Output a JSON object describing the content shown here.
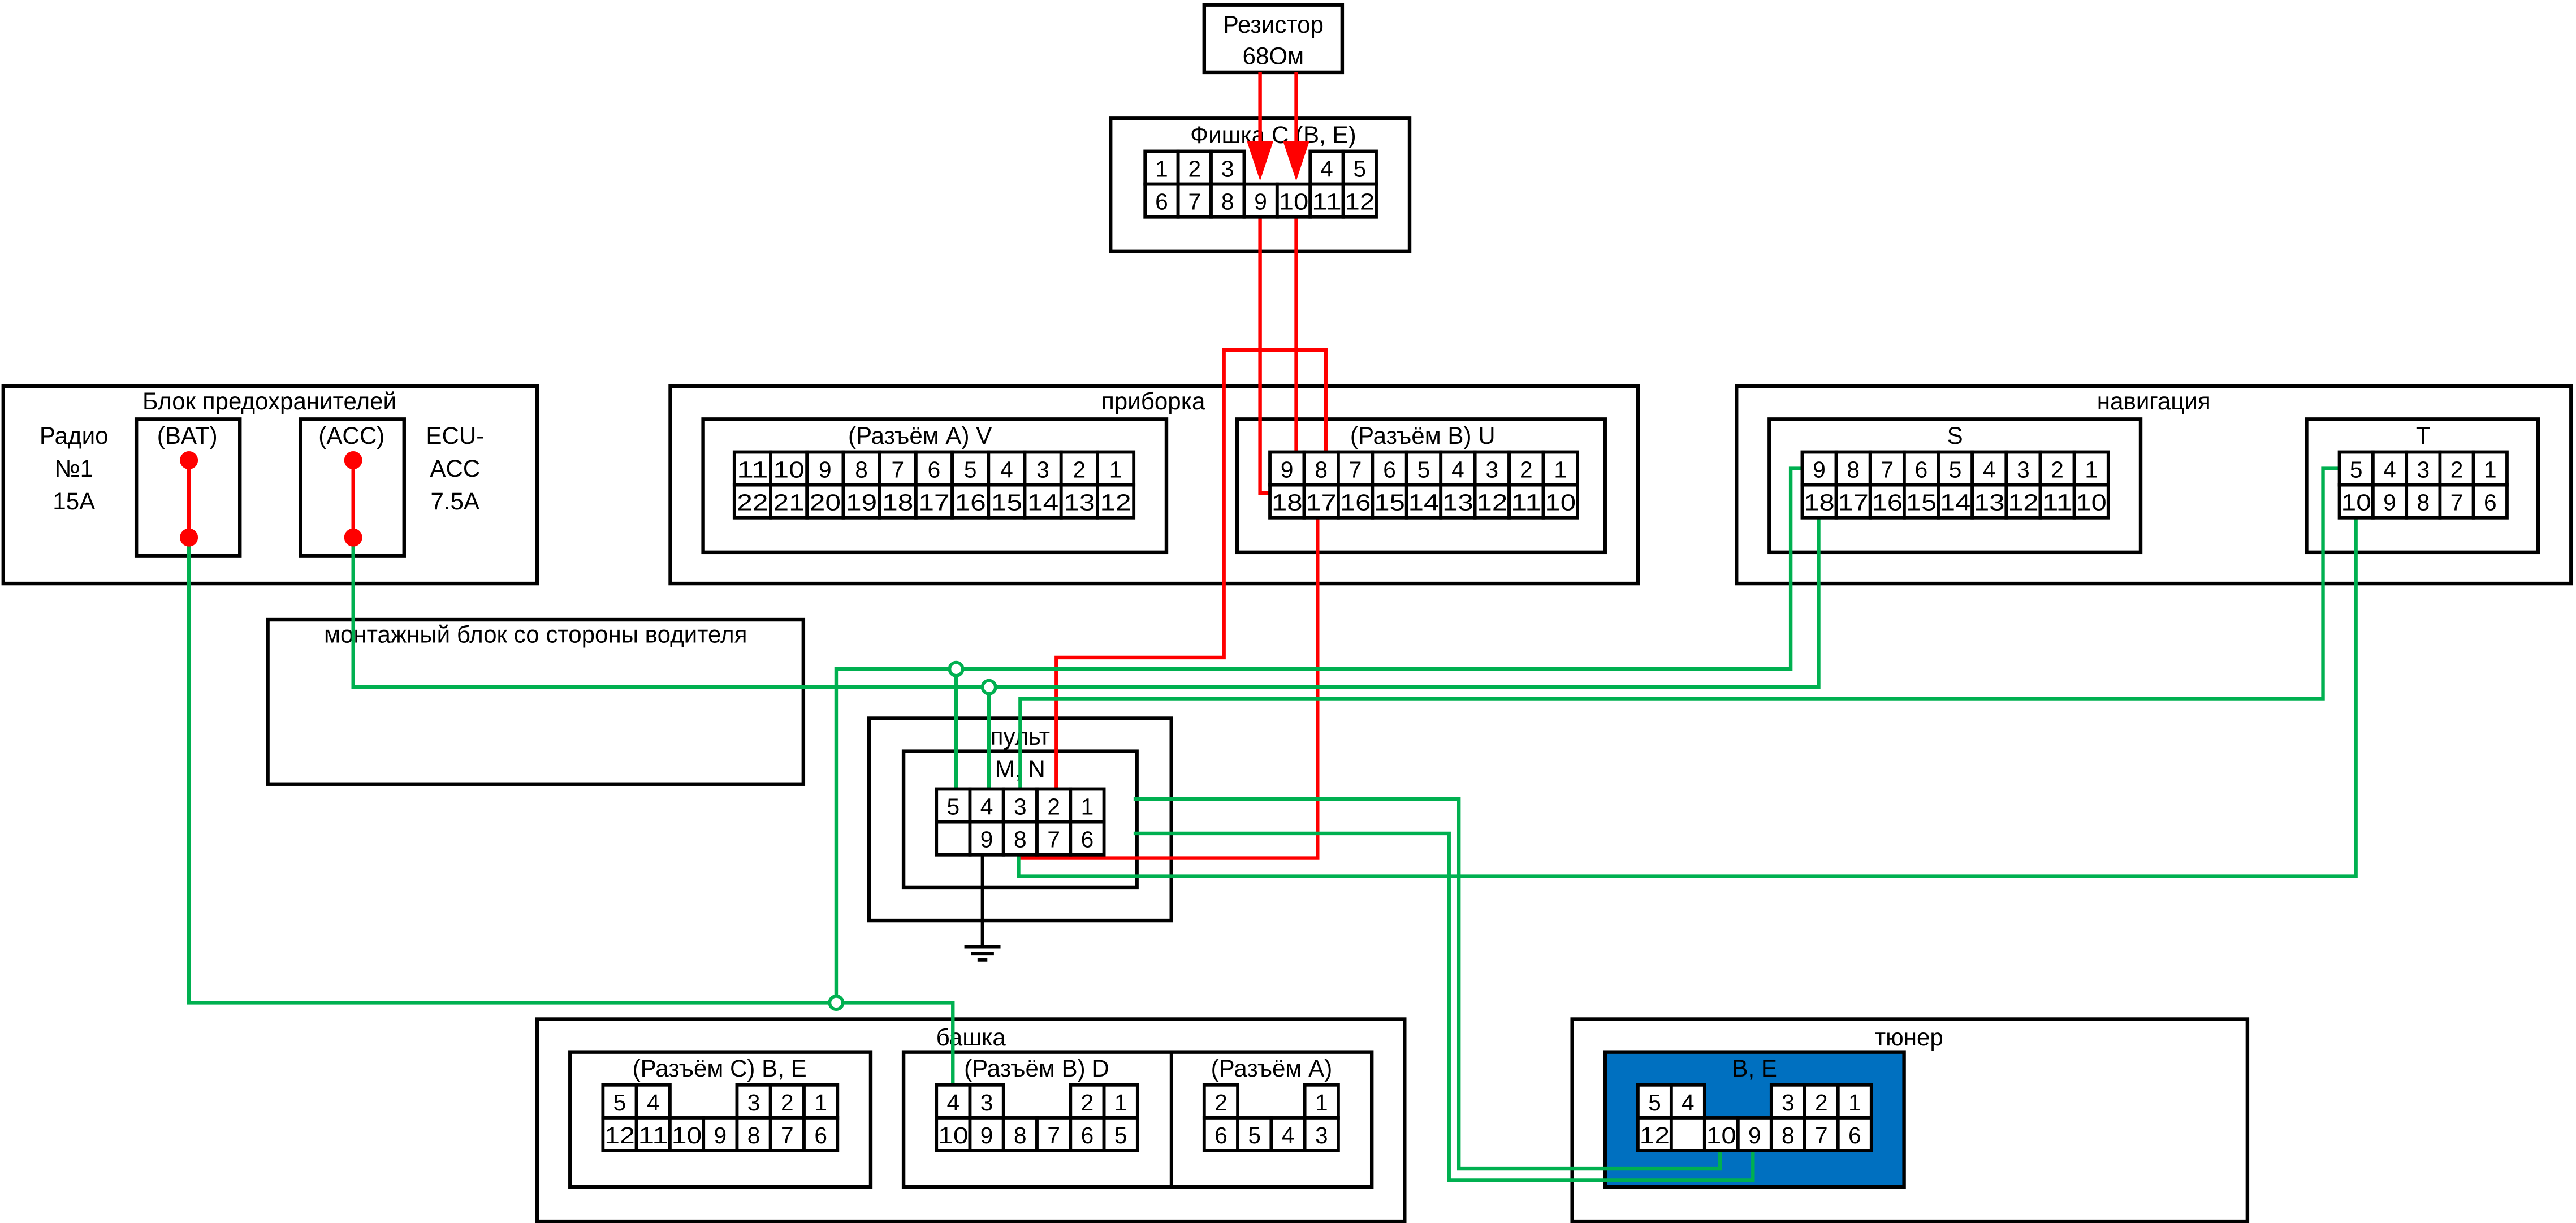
{
  "colors": {
    "wire_power": "#ff0000",
    "wire_signal": "#00b050",
    "tuner_connector_fill": "#0070c0",
    "fuse_dot": "#ff0000"
  },
  "resistor": {
    "line1": "Резистор",
    "line2": "68Ом"
  },
  "plug_c": {
    "title": "Фишка C (B, E)",
    "rows": [
      [
        "1",
        "2",
        "3",
        null,
        null,
        "4",
        "5"
      ],
      [
        "6",
        "7",
        "8",
        "9",
        "10",
        "11",
        "12"
      ]
    ]
  },
  "fuse_block": {
    "title": "Блок предохранителей",
    "left_label": [
      "Радио",
      "№1",
      "15A"
    ],
    "right_label": [
      "ECU-",
      "ACC",
      "7.5A"
    ],
    "bat": "(BAT)",
    "acc": "(ACC)"
  },
  "dashboard": {
    "title": "приборка",
    "connector_a": {
      "title": "(Разъём A) V",
      "rows": [
        [
          "11",
          "10",
          "9",
          "8",
          "7",
          "6",
          "5",
          "4",
          "3",
          "2",
          "1"
        ],
        [
          "22",
          "21",
          "20",
          "19",
          "18",
          "17",
          "16",
          "15",
          "14",
          "13",
          "12"
        ]
      ]
    },
    "connector_b": {
      "title": "(Разъём B) U",
      "rows": [
        [
          "9",
          "8",
          "7",
          "6",
          "5",
          "4",
          "3",
          "2",
          "1"
        ],
        [
          "18",
          "17",
          "16",
          "15",
          "14",
          "13",
          "12",
          "11",
          "10"
        ]
      ]
    }
  },
  "navigation": {
    "title": "навигация",
    "connector_s": {
      "title": "S",
      "rows": [
        [
          "9",
          "8",
          "7",
          "6",
          "5",
          "4",
          "3",
          "2",
          "1"
        ],
        [
          "18",
          "17",
          "16",
          "15",
          "14",
          "13",
          "12",
          "11",
          "10"
        ]
      ]
    },
    "connector_t": {
      "title": "T",
      "rows": [
        [
          "5",
          "4",
          "3",
          "2",
          "1"
        ],
        [
          "10",
          "9",
          "8",
          "7",
          "6"
        ]
      ]
    }
  },
  "mount_block": {
    "title": "монтажный блок со стороны водителя"
  },
  "remote": {
    "title": "пульт",
    "connector": {
      "title": "M, N",
      "rows": [
        [
          "5",
          "4",
          "3",
          "2",
          "1"
        ],
        [
          "",
          "9",
          "8",
          "7",
          "6"
        ]
      ]
    }
  },
  "head_unit": {
    "title": "башка",
    "connector_c": {
      "title": "(Разъём C) B, E",
      "rows": [
        [
          "5",
          "4",
          null,
          null,
          "3",
          "2",
          "1"
        ],
        [
          "12",
          "11",
          "10",
          "9",
          "8",
          "7",
          "6"
        ]
      ]
    },
    "connector_b": {
      "title": "(Разъём B) D",
      "rows": [
        [
          "4",
          "3",
          null,
          null,
          "2",
          "1"
        ],
        [
          "10",
          "9",
          "8",
          "7",
          "6",
          "5"
        ]
      ]
    },
    "connector_a": {
      "title": "(Разъём A)",
      "rows": [
        [
          "2",
          null,
          null,
          "1"
        ],
        [
          "6",
          "5",
          "4",
          "3"
        ]
      ]
    }
  },
  "tuner": {
    "title": "тюнер",
    "connector": {
      "title": "B, E",
      "rows": [
        [
          "5",
          "4",
          null,
          null,
          "3",
          "2",
          "1"
        ],
        [
          "12",
          "",
          "10",
          "9",
          "8",
          "7",
          "6"
        ]
      ]
    }
  }
}
